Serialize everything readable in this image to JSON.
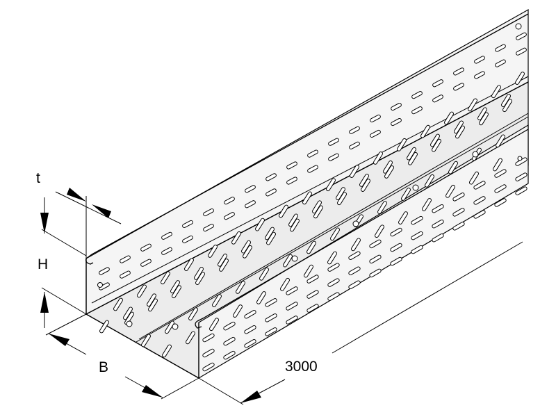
{
  "dimensions": {
    "thickness_label": "t",
    "height_label": "H",
    "width_label": "B",
    "length_label": "3000"
  },
  "colors": {
    "line": "#000000",
    "background": "#ffffff",
    "metal": "#f5f5f5"
  }
}
